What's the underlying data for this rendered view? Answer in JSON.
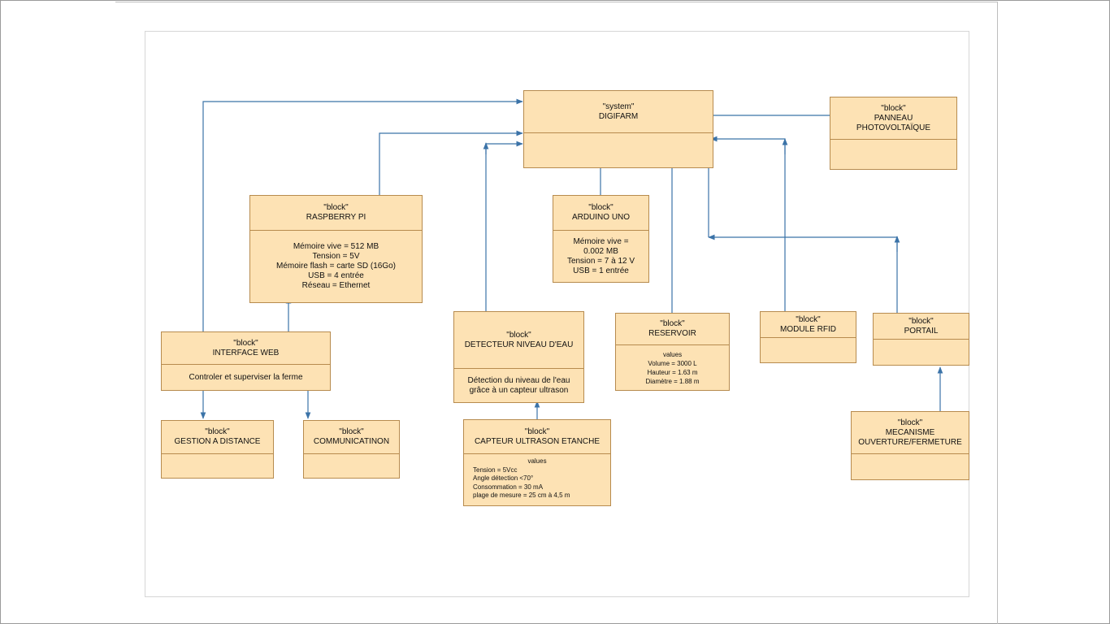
{
  "blocks": {
    "digifarm": {
      "stereotype": "\"system\"",
      "name": "DIGIFARM",
      "body": []
    },
    "panneau": {
      "stereotype": "\"block\"",
      "name_line1": "PANNEAU",
      "name_line2": "PHOTOVOLTAÏQUE",
      "body": []
    },
    "raspberry": {
      "stereotype": "\"block\"",
      "name": "RASPBERRY PI",
      "body": [
        "Mémoire vive = 512 MB",
        "Tension = 5V",
        "Mémoire flash = carte SD (16Go)",
        "USB = 4 entrée",
        "Réseau = Ethernet"
      ]
    },
    "arduino": {
      "stereotype": "\"block\"",
      "name": "ARDUINO UNO",
      "body": [
        "Mémoire vive =",
        "0.002 MB",
        "Tension = 7 à 12 V",
        "USB = 1 entrée"
      ]
    },
    "interface": {
      "stereotype": "\"block\"",
      "name": "INTERFACE WEB",
      "body": [
        "Controler et superviser la ferme"
      ]
    },
    "detecteur": {
      "stereotype": "\"block\"",
      "name": "DETECTEUR NIVEAU D'EAU",
      "body": [
        "Détection du niveau de l'eau",
        "grâce à un capteur ultrason"
      ]
    },
    "reservoir": {
      "stereotype": "\"block\"",
      "name": "RESERVOIR",
      "values_label": "values",
      "body": [
        "Volume = 3000 L",
        "Hauteur = 1.63 m",
        "Diamètre = 1.88 m"
      ]
    },
    "rfid": {
      "stereotype": "\"block\"",
      "name": "MODULE RFID",
      "body": []
    },
    "portail": {
      "stereotype": "\"block\"",
      "name": "PORTAIL",
      "body": []
    },
    "gestion": {
      "stereotype": "\"block\"",
      "name": "GESTION A DISTANCE",
      "body": []
    },
    "communication": {
      "stereotype": "\"block\"",
      "name": "COMMUNICATINON",
      "body": []
    },
    "capteur": {
      "stereotype": "\"block\"",
      "name": "CAPTEUR ULTRASON ETANCHE",
      "values_label": "values",
      "body": [
        "Tension = 5Vcc",
        "Angle détection <70°",
        "Consommation = 30 mA",
        "plage de mesure = 25 cm à 4,5 m"
      ]
    },
    "mecanisme": {
      "stereotype": "\"block\"",
      "name_line1": "MECANISME",
      "name_line2": "OUVERTURE/FERMETURE",
      "body": []
    }
  },
  "colors": {
    "block_fill": "#fde2b4",
    "block_border": "#b78b4e",
    "connector": "#3b73a8"
  }
}
